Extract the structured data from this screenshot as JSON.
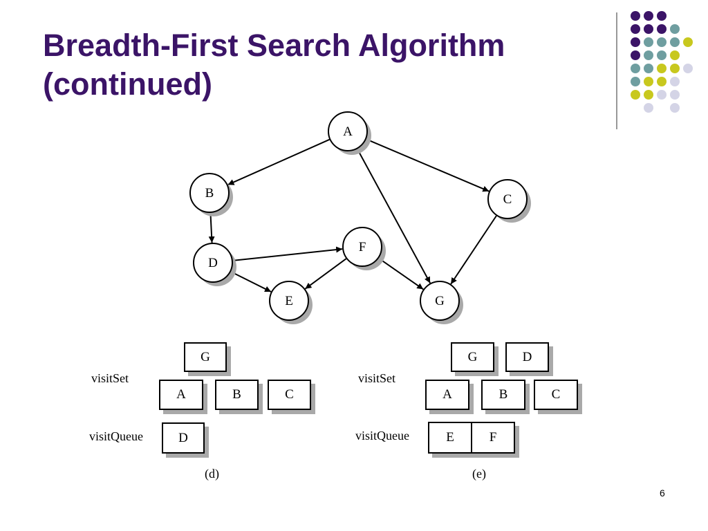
{
  "slide": {
    "title_line1": "Breadth-First Search Algorithm",
    "title_line2": "(continued)",
    "page_number": "6"
  },
  "graph": {
    "nodes": [
      "A",
      "B",
      "C",
      "D",
      "E",
      "F",
      "G"
    ],
    "edges": [
      [
        "A",
        "B"
      ],
      [
        "A",
        "C"
      ],
      [
        "A",
        "G"
      ],
      [
        "B",
        "D"
      ],
      [
        "C",
        "G"
      ],
      [
        "D",
        "F"
      ],
      [
        "D",
        "E"
      ],
      [
        "F",
        "E"
      ],
      [
        "F",
        "G"
      ]
    ]
  },
  "panel_d": {
    "visit_set_label": "visitSet",
    "visit_queue_label": "visitQueue",
    "visit_set_top": [
      "G"
    ],
    "visit_set_bottom": [
      "A",
      "B",
      "C"
    ],
    "visit_queue": [
      "D"
    ],
    "caption": "(d)"
  },
  "panel_e": {
    "visit_set_label": "visitSet",
    "visit_queue_label": "visitQueue",
    "visit_set_top": [
      "G",
      "D"
    ],
    "visit_set_bottom": [
      "A",
      "B",
      "C"
    ],
    "visit_queue": [
      "E",
      "F"
    ],
    "caption": "(e)"
  },
  "colors": {
    "title": "#3b1467",
    "dot_purple": "#3b1467",
    "dot_teal": "#6f9ea0",
    "dot_yellow": "#c8c81e",
    "dot_lavender": "#d4d4e6"
  }
}
